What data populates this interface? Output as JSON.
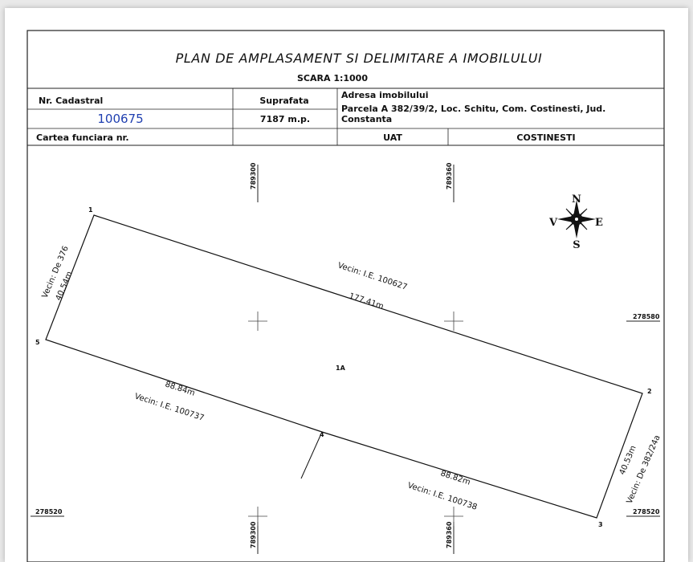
{
  "header": {
    "title": "PLAN DE AMPLASAMENT SI DELIMITARE A IMOBILULUI",
    "scale": "SCARA 1:1000"
  },
  "table": {
    "nr_cadastral_label": "Nr. Cadastral",
    "nr_cadastral_value": "100675",
    "suprafata_label": "Suprafata",
    "suprafata_value": "7187 m.p.",
    "adresa_label": "Adresa imobilului",
    "adresa_line1": "Parcela A 382/39/2, Loc. Schitu, Com. Costinesti, Jud.",
    "adresa_line2": "Constanta",
    "carte_label": "Cartea funciara nr.",
    "carte_value": "",
    "uat_label": "UAT",
    "uat_value": "COSTINESTI"
  },
  "grid": {
    "x_top_left": "789300",
    "x_top_right": "789360",
    "x_bottom_left": "789300",
    "x_bottom_right": "789360",
    "y_upper": "278580",
    "y_lower_left": "278520",
    "y_lower_right": "278520"
  },
  "parcel": {
    "id_label": "1A",
    "points": [
      "1",
      "2",
      "3",
      "4",
      "5"
    ],
    "north_neighbor": "Vecin: I.E. 100627",
    "north_length": "177.41m",
    "west_neighbor": "Vecin: De 376",
    "west_length": "40.54m",
    "east_neighbor": "Vecin: De 382/24a",
    "east_length": "40.53m",
    "south_left_length": "88.84m",
    "south_left_neighbor": "Vecin: I.E. 100737",
    "south_right_length": "88.82m",
    "south_right_neighbor": "Vecin: I.E. 100738"
  },
  "compass": {
    "n": "N",
    "s": "S",
    "e": "E",
    "v": "V"
  }
}
